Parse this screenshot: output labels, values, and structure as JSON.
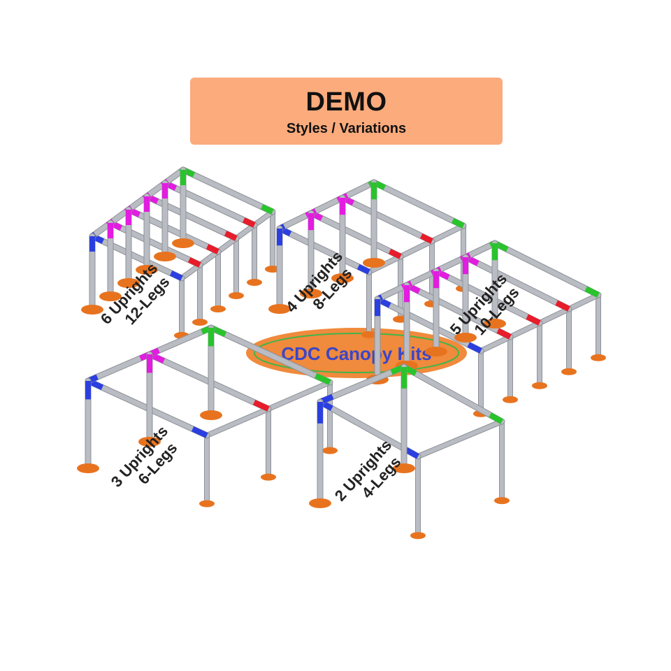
{
  "banner": {
    "title": "DEMO",
    "subtitle": "Styles / Variations"
  },
  "logo": {
    "text": "CDC Canopy Kits"
  },
  "kits": [
    {
      "id": "six",
      "line1": "6 Uprights",
      "line2": "12-Legs"
    },
    {
      "id": "four",
      "line1": "4 Uprights",
      "line2": "8-Legs"
    },
    {
      "id": "five",
      "line1": "5 Uprights",
      "line2": "10-Legs"
    },
    {
      "id": "three",
      "line1": "3 Uprights",
      "line2": "6-Legs"
    },
    {
      "id": "two",
      "line1": "2 Uprights",
      "line2": "4-Legs"
    }
  ],
  "colors": {
    "banner": "#fbab7c",
    "pipe": "#b9bcc2",
    "connector_blue": "#2b3fe0",
    "connector_magenta": "#e21ce0",
    "connector_red": "#e81c2a",
    "connector_green": "#29c42c",
    "foot": "#e8731f",
    "logo_fill": "#f08a3c",
    "logo_text": "#3a46c8"
  }
}
